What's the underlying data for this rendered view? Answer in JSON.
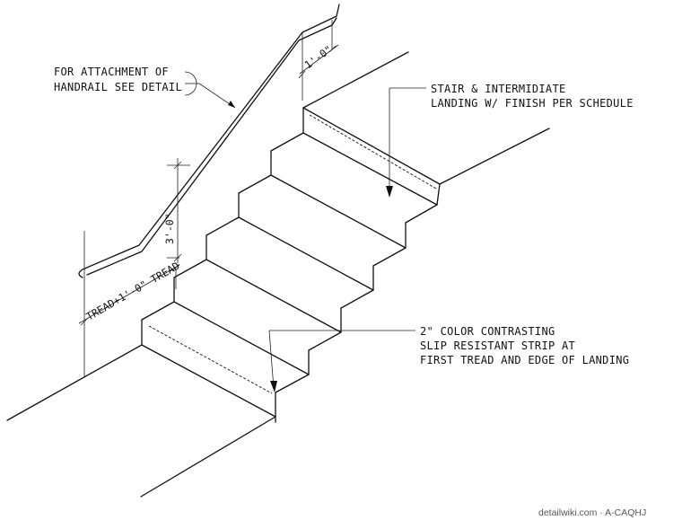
{
  "notes": {
    "handrail_attachment": [
      "FOR ATTACHMENT OF",
      "HANDRAIL SEE DETAIL"
    ],
    "stair_finish": [
      "STAIR & INTERMIDIATE",
      "LANDING W/ FINISH PER SCHEDULE"
    ],
    "slip_strip": [
      "2\" COLOR CONTRASTING",
      "SLIP RESISTANT STRIP AT",
      "FIRST TREAD AND EDGE OF LANDING"
    ]
  },
  "dimensions": {
    "handrail_extension_top": "1'-0\"",
    "handrail_height": "3'-0\"",
    "handrail_extension_bottom": "TREAD+1'-0\" TREAD"
  },
  "credit": "detailwiki.com · A-CAQHJ"
}
